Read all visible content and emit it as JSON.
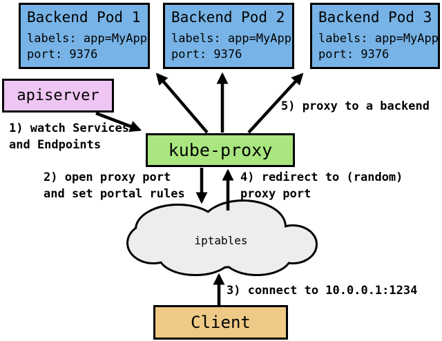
{
  "colors": {
    "background": "#ffffff",
    "line": "#000000",
    "pod_fill": "#77b3e6",
    "apiserver_fill": "#efc6f3",
    "kube_proxy_fill": "#a9e67f",
    "client_fill": "#eeca86",
    "cloud_fill": "#ededed"
  },
  "pods": [
    {
      "title": "Backend Pod 1",
      "labels_line": "labels: app=MyApp",
      "port_line": "port: 9376"
    },
    {
      "title": "Backend Pod 2",
      "labels_line": "labels: app=MyApp",
      "port_line": "port: 9376"
    },
    {
      "title": "Backend Pod 3",
      "labels_line": "labels: app=MyApp",
      "port_line": "port: 9376"
    }
  ],
  "nodes": {
    "apiserver": "apiserver",
    "kube_proxy": "kube-proxy",
    "iptables": "iptables",
    "client": "Client"
  },
  "steps": {
    "step1": "1) watch Services\nand Endpoints",
    "step2": "2) open proxy port\nand set portal rules",
    "step3": "3) connect to 10.0.0.1:1234",
    "step4": "4) redirect to (random)\nproxy port",
    "step5": "5) proxy to a backend"
  }
}
